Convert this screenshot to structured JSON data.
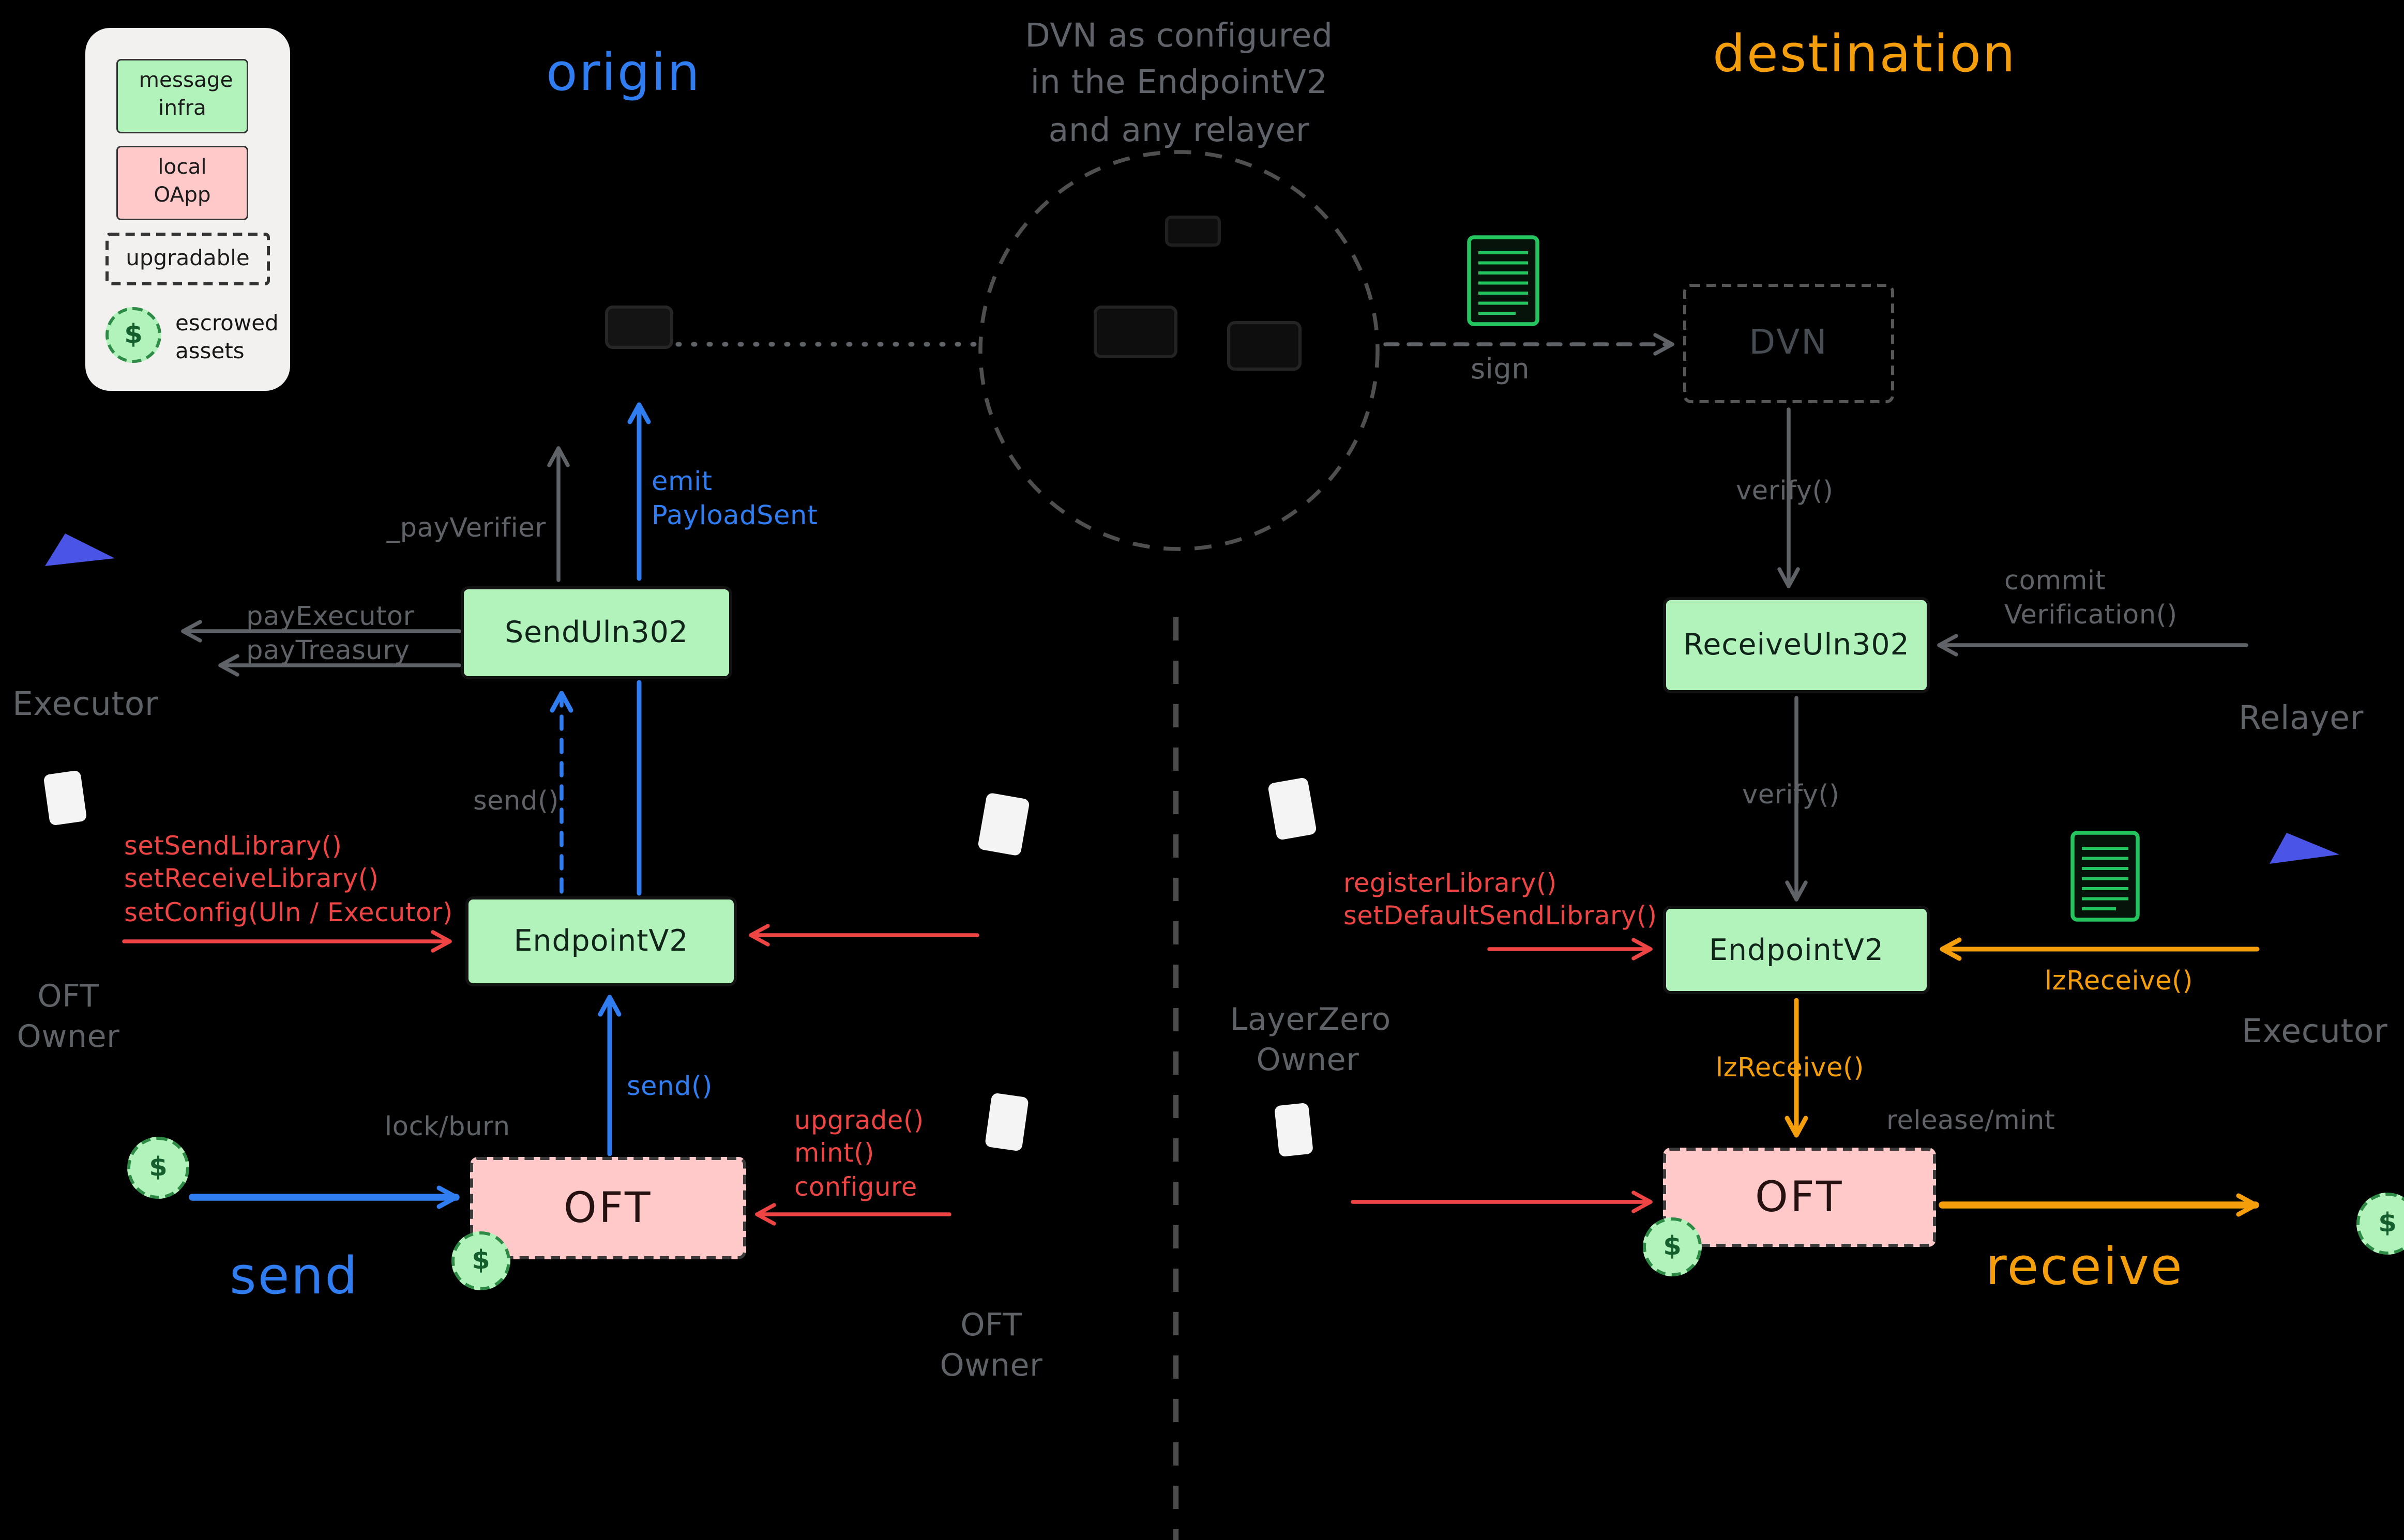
{
  "titles": {
    "origin": "origin",
    "destination": "destination",
    "send": "send",
    "receive": "receive"
  },
  "dvn_note": {
    "l1": "DVN as configured",
    "l2": "in the EndpointV2",
    "l3": "and any relayer"
  },
  "legend": {
    "message_infra": "message infra",
    "local_oapp": "local OApp",
    "upgradable": "upgradable",
    "escrowed_assets": "escrowed assets"
  },
  "symbols": {
    "dollar": "$"
  },
  "origin_chain": {
    "send_uln302": "SendUln302",
    "endpoint_v2": "EndpointV2",
    "oft": "OFT",
    "pay_verifier": "_payVerifier",
    "emit_l1": "emit",
    "emit_l2": "PayloadSent",
    "pay_executor": "_payExecutor",
    "pay_treasury": "_payTreasury",
    "executor": "Executor",
    "send_call_upper": "send()",
    "send_call_lower": "send()",
    "lock_burn": "lock/burn",
    "set_send_library": "setSendLibrary()",
    "set_receive_library": "setReceiveLibrary()",
    "set_config": "setConfig(Uln / Executor)",
    "upgrade": "upgrade()",
    "mint": "mint()",
    "configure": "configure"
  },
  "destination_chain": {
    "dvn": "DVN",
    "receive_uln302": "ReceiveUln302",
    "endpoint_v2": "EndpointV2",
    "oft": "OFT",
    "sign": "sign",
    "verify_upper": "verify()",
    "verify_lower": "verify()",
    "commit_l1": "commit",
    "commit_l2": "Verification()",
    "relayer": "Relayer",
    "register_library": "registerLibrary()",
    "set_default_send_library": "setDefaultSendLibrary()",
    "lz_receive_side": "lzReceive()",
    "lz_receive_down": "lzReceive()",
    "release_mint": "release/mint",
    "executor": "Executor"
  },
  "owners": {
    "oft_left_l1": "OFT",
    "oft_left_l2": "Owner",
    "oft_bottom_l1": "OFT",
    "oft_bottom_l2": "Owner",
    "layerzero_l1": "LayerZero",
    "layerzero_l2": "Owner"
  },
  "colors": {
    "background": "#000000",
    "message_infra_green": "#b2f2bb",
    "local_oapp_pink": "#ffc9c9",
    "blue": "#2f7df1",
    "orange": "#f59e0b",
    "red": "#ef4444",
    "gray": "#5f6266"
  }
}
